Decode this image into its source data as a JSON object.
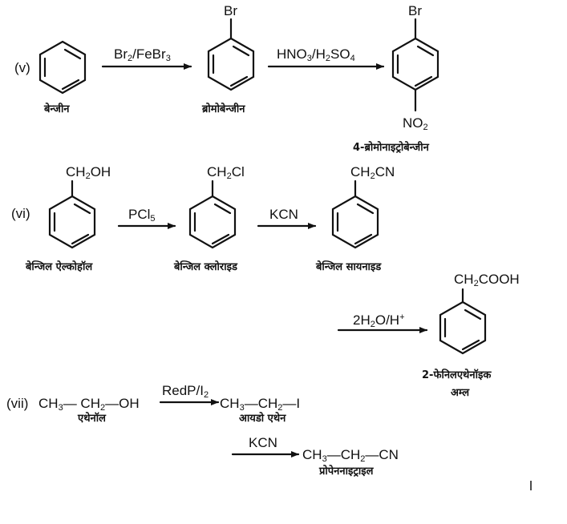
{
  "reactions": {
    "v": {
      "label": "(v)",
      "start": {
        "name": "बेन्जीन"
      },
      "step1": {
        "reagent": {
          "a": "Br",
          "s1": "2",
          "b": "/FeBr",
          "s2": "3"
        }
      },
      "mid": {
        "substituent": "Br",
        "name": "ब्रोमोबेन्जीन"
      },
      "step2": {
        "reagent": {
          "a": "HNO",
          "s1": "3",
          "b": "/H",
          "s2": "2",
          "c": "SO",
          "s3": "4"
        }
      },
      "product": {
        "top": "Br",
        "bottom": {
          "a": "NO",
          "s": "2"
        },
        "name": "4-ब्रोमोनाइट्रोबेन्जीन"
      }
    },
    "vi": {
      "label": "(vi)",
      "start": {
        "group": {
          "a": "CH",
          "s": "2",
          "b": "OH"
        },
        "name": "बेन्जिल ऐल्कोहॉल"
      },
      "step1": {
        "reagent": {
          "a": "PCl",
          "s": "5"
        }
      },
      "mid": {
        "group": {
          "a": "CH",
          "s": "2",
          "b": "Cl"
        },
        "name": "बेन्जिल क्लोराइड"
      },
      "step2": {
        "reagent": "KCN"
      },
      "mid2": {
        "group": {
          "a": "CH",
          "s": "2",
          "b": "CN"
        },
        "name": "बेन्जिल सायनाइड"
      },
      "step3": {
        "reagent": {
          "a": "2H",
          "s": "2",
          "b": "O/H",
          "sup": "+"
        }
      },
      "product": {
        "group": {
          "a": "CH",
          "s": "2",
          "b": "COOH"
        },
        "name_line1": "2-फेनिलएथेनॉइक",
        "name_line2": "अम्ल"
      }
    },
    "vii": {
      "label": "(vii)",
      "start": {
        "formula": {
          "a": "CH",
          "s": "3",
          "b": "— CH",
          "s2": "2",
          "c": "—OH"
        },
        "name": "एथेनॉल"
      },
      "step1": {
        "reagent": {
          "a": "RedP/I",
          "s": "2"
        }
      },
      "mid": {
        "formula": {
          "a": "CH",
          "s": "3",
          "b": "—CH",
          "s2": "2",
          "c": "—I"
        },
        "name": "आयडो एथेन"
      },
      "step2": {
        "reagent": "KCN"
      },
      "product": {
        "formula": {
          "a": "CH",
          "s": "3",
          "b": "—CH",
          "s2": "2",
          "c": "—CN"
        },
        "name": "प्रोपेननाइट्राइल"
      }
    }
  }
}
